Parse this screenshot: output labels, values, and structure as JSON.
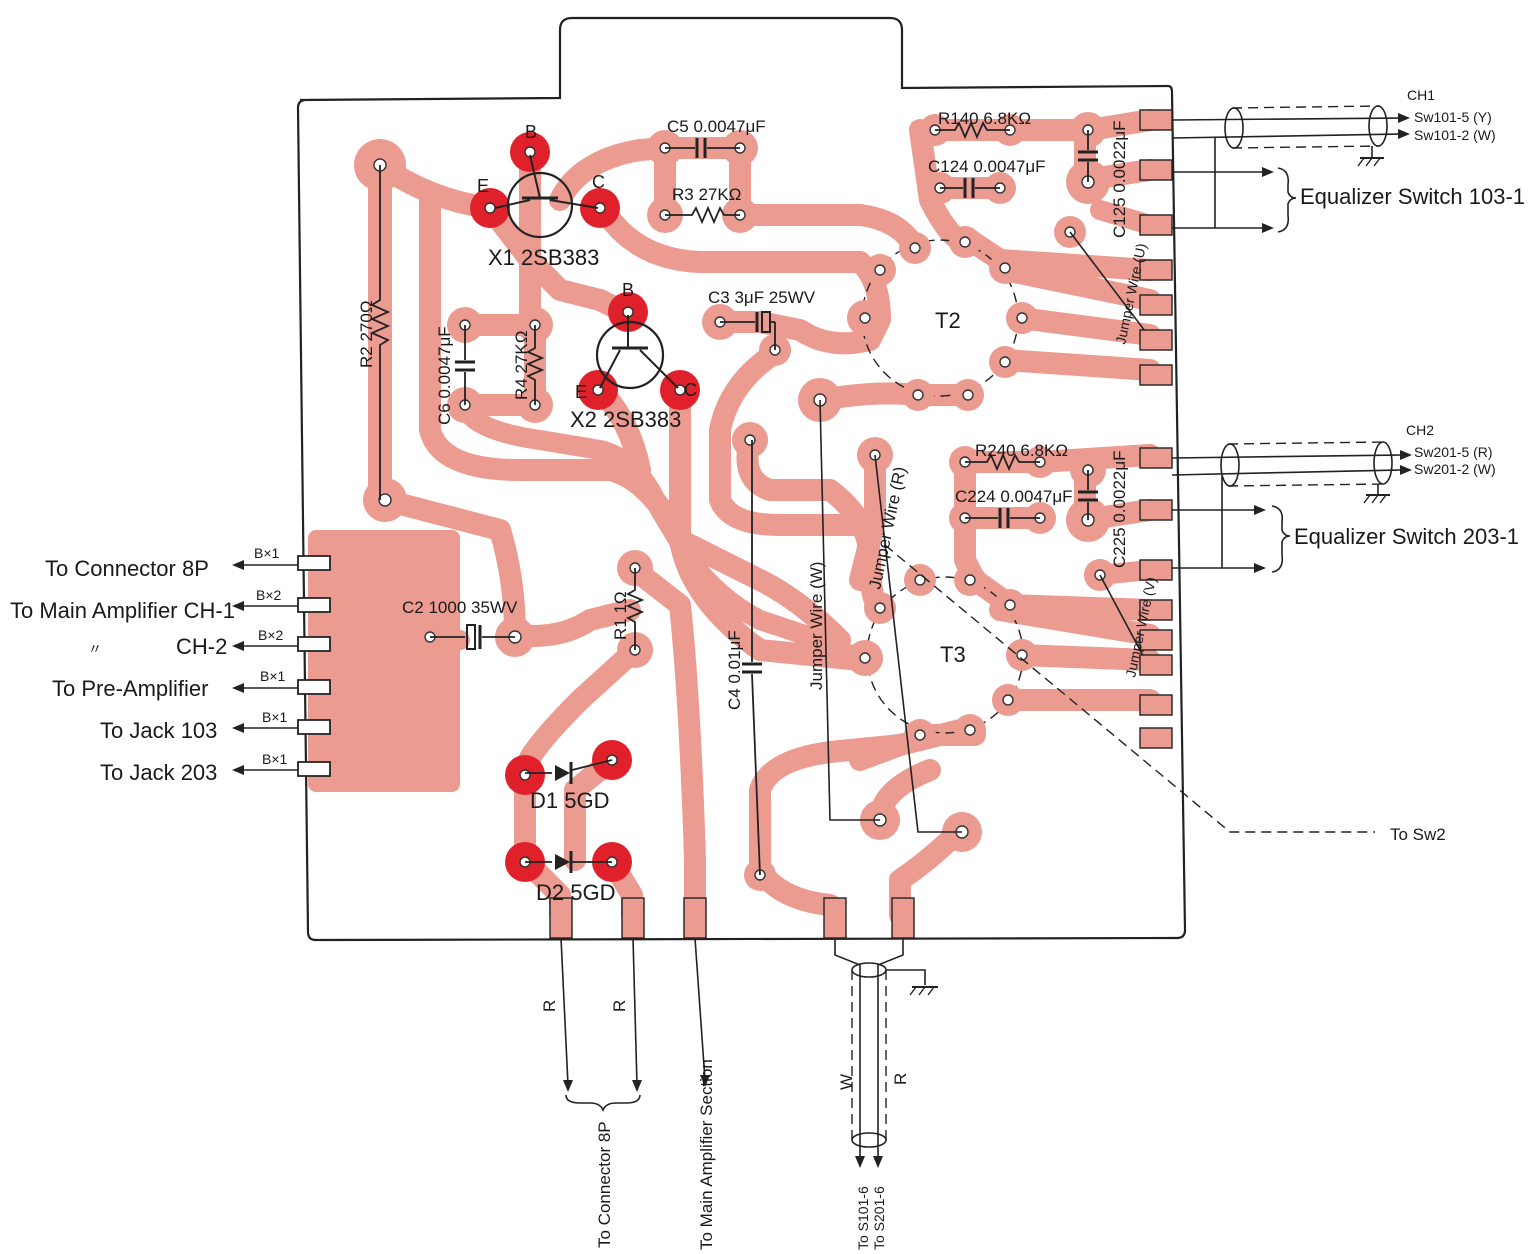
{
  "board_labels": {
    "x1": "X1 2SB383",
    "x2": "X2 2SB383",
    "r2": "R2 270Ω",
    "c6": "C6 0.0047μF",
    "r4": "R4 27KΩ",
    "c5": "C5 0.0047μF",
    "r3": "R3 27KΩ",
    "c3": "C3 3μF 25WV",
    "r140": "R140 6.8KΩ",
    "c124": "C124 0.0047μF",
    "c125": "C125 0.0022μF",
    "t2": "T2",
    "r240": "R240 6.8KΩ",
    "c224": "C224 0.0047μF",
    "c225": "C225 0.0022μF",
    "t3": "T3",
    "c2": "C2 1000 35WV",
    "r1": "R1 1Ω",
    "c4": "C4 0.01μF",
    "d1": "D1 5GD",
    "d2": "D2 5GD",
    "jumper_w": "Jumper Wire (W)",
    "jumper_r": "Jumper Wire (R)",
    "jumper_top": "Jumper Wire (U)",
    "jumper_bottom": "Jumper Wire (V)",
    "pin_b": "B",
    "pin_e": "E",
    "pin_c": "C"
  },
  "left_connections": [
    {
      "label": "To Connector 8P",
      "code": "B×1"
    },
    {
      "label": "To Main Amplifier CH-1",
      "code": "B×2"
    },
    {
      "label": "CH-2",
      "code": "B×2"
    },
    {
      "label": "To Pre-Amplifier",
      "code": "B×1"
    },
    {
      "label": "To Jack 103",
      "code": "B×1"
    },
    {
      "label": "To Jack 203",
      "code": "B×1"
    }
  ],
  "ditto_mark": "〃",
  "right_connections": {
    "ch1": {
      "title": "CH1",
      "line1": "Sw101-5 (Y)",
      "line2": "Sw101-2 (W)",
      "switch": "Equalizer Switch 103-1"
    },
    "ch2": {
      "title": "CH2",
      "line1": "Sw201-5 (R)",
      "line2": "Sw201-2 (W)",
      "switch": "Equalizer Switch 203-1"
    },
    "sw2": "To Sw2"
  },
  "bottom_connections": {
    "r_left": "R",
    "r_right": "R",
    "connector": "To Connector 8P",
    "main_amp": "To Main Amplifier Section",
    "wire_w": "W",
    "wire_r": "R",
    "s101": "To S101-6",
    "s201": "To S201-6"
  },
  "colors": {
    "trace": "#ec9b91",
    "pad_highlight": "#e0202a",
    "outline": "#222222"
  }
}
